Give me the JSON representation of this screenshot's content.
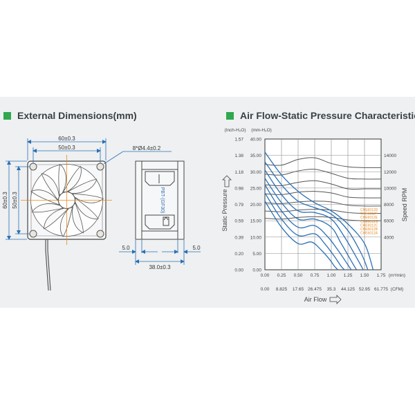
{
  "dimensions": {
    "title": "External Dimensions(mm)",
    "width_outer": "60±0.3",
    "width_inner": "50±0.3",
    "height_outer": "60±0.3",
    "height_inner": "50±0.3",
    "hole": "8*Ø4.4±0.2",
    "depth": "38.0±0.3",
    "flange_left": "5.0",
    "flange_right": "5.0",
    "material": "PBT-(GF30)",
    "accent_color": "#2fa84f",
    "dim_line_color": "#2a6fb5"
  },
  "chart_data": {
    "type": "line",
    "title": "Air Flow-Static Pressure Characteristics",
    "xlabel": "Air Flow",
    "ylabel": "Static Pressure",
    "y2label": "Speed RPM",
    "x_unit_top": "(m³/min)",
    "x_unit_bottom": "(CFM)",
    "y_unit_inch": "(Inch-H₂O)",
    "y_unit_mm": "(mm-H₂O)",
    "x_ticks_m3": [
      "0.00",
      "0.25",
      "0.50",
      "0.75",
      "1.00",
      "1.25",
      "1.50",
      "1.75"
    ],
    "x_ticks_cfm": [
      "0.00",
      "8.825",
      "17.65",
      "26.475",
      "35.3",
      "44.125",
      "52.95",
      "61.775"
    ],
    "y_ticks_inch": [
      "0.00",
      "0.20",
      "0.39",
      "0.59",
      "0.79",
      "0.98",
      "1.18",
      "1.38",
      "1.57"
    ],
    "y_ticks_mm": [
      "0.00",
      "5.00",
      "10.00",
      "15.00",
      "20.00",
      "25.00",
      "30.00",
      "35.00",
      "40.00"
    ],
    "y2_ticks": [
      "4000",
      "6000",
      "8000",
      "10000",
      "12000",
      "14000"
    ],
    "xlim": [
      0,
      1.75
    ],
    "ylim": [
      0,
      40
    ],
    "y2lim": [
      0,
      16000
    ],
    "legend": [
      "CHE6012D",
      "CHE6012F",
      "CHE6012E",
      "CHE6012G",
      "CHE6012C",
      "CHE6012B",
      "CHE6012A"
    ],
    "legend_color": "#e8891e",
    "pq_color": "#2a6fb5",
    "rpm_color": "#555555",
    "pq_series": [
      {
        "x": [
          0,
          0.25,
          0.5,
          0.75,
          1.0,
          1.25,
          1.5,
          1.63
        ],
        "y": [
          36,
          29,
          24,
          20.5,
          18,
          14,
          8,
          0
        ]
      },
      {
        "x": [
          0,
          0.25,
          0.5,
          0.75,
          1.0,
          1.25,
          1.45,
          1.55
        ],
        "y": [
          33,
          26,
          21,
          19,
          17,
          12,
          5,
          0
        ]
      },
      {
        "x": [
          0,
          0.25,
          0.5,
          0.75,
          1.0,
          1.2,
          1.4,
          1.48
        ],
        "y": [
          30.5,
          23,
          18,
          17.5,
          15.5,
          10,
          3,
          0
        ]
      },
      {
        "x": [
          0,
          0.25,
          0.5,
          0.75,
          1.0,
          1.15,
          1.32,
          1.38
        ],
        "y": [
          28,
          20.5,
          15.5,
          15.5,
          13,
          8,
          2,
          0
        ]
      },
      {
        "x": [
          0,
          0.25,
          0.5,
          0.75,
          0.95,
          1.1,
          1.25,
          1.3
        ],
        "y": [
          26,
          18,
          13,
          13.5,
          10,
          6,
          1.5,
          0
        ]
      },
      {
        "x": [
          0,
          0.25,
          0.5,
          0.75,
          0.9,
          1.05,
          1.15,
          1.2
        ],
        "y": [
          23.5,
          15.5,
          10.5,
          11,
          8,
          4,
          1,
          0
        ]
      },
      {
        "x": [
          0,
          0.25,
          0.5,
          0.7,
          0.85,
          0.98,
          1.05,
          1.1
        ],
        "y": [
          21,
          13,
          8,
          8.5,
          6,
          3,
          1,
          0
        ]
      }
    ],
    "rpm_series": [
      {
        "x": [
          0,
          0.25,
          0.5,
          0.75,
          1.0,
          1.25,
          1.5,
          1.75
        ],
        "y": [
          12900,
          12800,
          13500,
          13700,
          13000,
          12600,
          12500,
          12500
        ]
      },
      {
        "x": [
          0,
          0.25,
          0.5,
          0.75,
          1.0,
          1.25,
          1.5,
          1.75
        ],
        "y": [
          11700,
          11600,
          12100,
          12300,
          11800,
          11200,
          11100,
          11100
        ]
      },
      {
        "x": [
          0,
          0.25,
          0.5,
          0.75,
          1.0,
          1.25,
          1.5,
          1.75
        ],
        "y": [
          10400,
          10300,
          10700,
          10900,
          10500,
          9900,
          9900,
          9900
        ]
      },
      {
        "x": [
          0,
          0.25,
          0.5,
          0.75,
          1.0,
          1.25,
          1.5,
          1.75
        ],
        "y": [
          9300,
          9200,
          9500,
          9600,
          9400,
          8900,
          8800,
          8800
        ]
      },
      {
        "x": [
          0,
          0.25,
          0.5,
          0.75,
          1.0,
          1.25,
          1.5,
          1.75
        ],
        "y": [
          8200,
          8100,
          8300,
          8400,
          8300,
          7900,
          7800,
          7800
        ]
      },
      {
        "x": [
          0,
          0.25,
          0.5,
          0.75,
          1.0,
          1.25,
          1.5,
          1.75
        ],
        "y": [
          7200,
          7100,
          7300,
          7400,
          7300,
          7000,
          6900,
          6900
        ]
      },
      {
        "x": [
          0,
          0.25,
          0.5,
          0.75,
          1.0,
          1.25,
          1.5,
          1.75
        ],
        "y": [
          6300,
          6200,
          6400,
          6500,
          6400,
          6100,
          6000,
          6000
        ]
      }
    ]
  }
}
